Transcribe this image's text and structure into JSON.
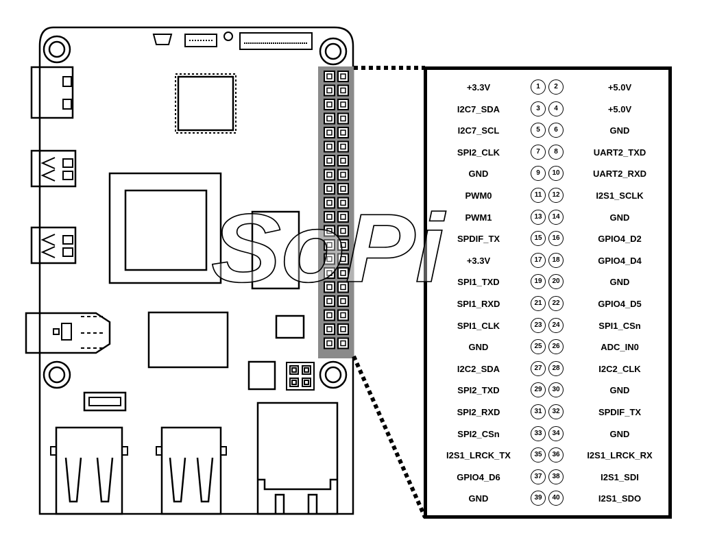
{
  "pins": [
    {
      "left": "+3.3V",
      "ln": "1",
      "rn": "2",
      "right": "+5.0V"
    },
    {
      "left": "I2C7_SDA",
      "ln": "3",
      "rn": "4",
      "right": "+5.0V"
    },
    {
      "left": "I2C7_SCL",
      "ln": "5",
      "rn": "6",
      "right": "GND"
    },
    {
      "left": "SPI2_CLK",
      "ln": "7",
      "rn": "8",
      "right": "UART2_TXD"
    },
    {
      "left": "GND",
      "ln": "9",
      "rn": "10",
      "right": "UART2_RXD"
    },
    {
      "left": "PWM0",
      "ln": "11",
      "rn": "12",
      "right": "I2S1_SCLK"
    },
    {
      "left": "PWM1",
      "ln": "13",
      "rn": "14",
      "right": "GND"
    },
    {
      "left": "SPDIF_TX",
      "ln": "15",
      "rn": "16",
      "right": "GPIO4_D2"
    },
    {
      "left": "+3.3V",
      "ln": "17",
      "rn": "18",
      "right": "GPIO4_D4"
    },
    {
      "left": "SPI1_TXD",
      "ln": "19",
      "rn": "20",
      "right": "GND"
    },
    {
      "left": "SPI1_RXD",
      "ln": "21",
      "rn": "22",
      "right": "GPIO4_D5"
    },
    {
      "left": "SPI1_CLK",
      "ln": "23",
      "rn": "24",
      "right": "SPI1_CSn"
    },
    {
      "left": "GND",
      "ln": "25",
      "rn": "26",
      "right": "ADC_IN0"
    },
    {
      "left": "I2C2_SDA",
      "ln": "27",
      "rn": "28",
      "right": "I2C2_CLK"
    },
    {
      "left": "SPI2_TXD",
      "ln": "29",
      "rn": "30",
      "right": "GND"
    },
    {
      "left": "SPI2_RXD",
      "ln": "31",
      "rn": "32",
      "right": "SPDIF_TX"
    },
    {
      "left": "SPI2_CSn",
      "ln": "33",
      "rn": "34",
      "right": "GND"
    },
    {
      "left": "I2S1_LRCK_TX",
      "ln": "35",
      "rn": "36",
      "right": "I2S1_LRCK_RX"
    },
    {
      "left": "GPIO4_D6",
      "ln": "37",
      "rn": "38",
      "right": "I2S1_SDI"
    },
    {
      "left": "GND",
      "ln": "39",
      "rn": "40",
      "right": "I2S1_SDO"
    }
  ],
  "watermark": "SoPi"
}
